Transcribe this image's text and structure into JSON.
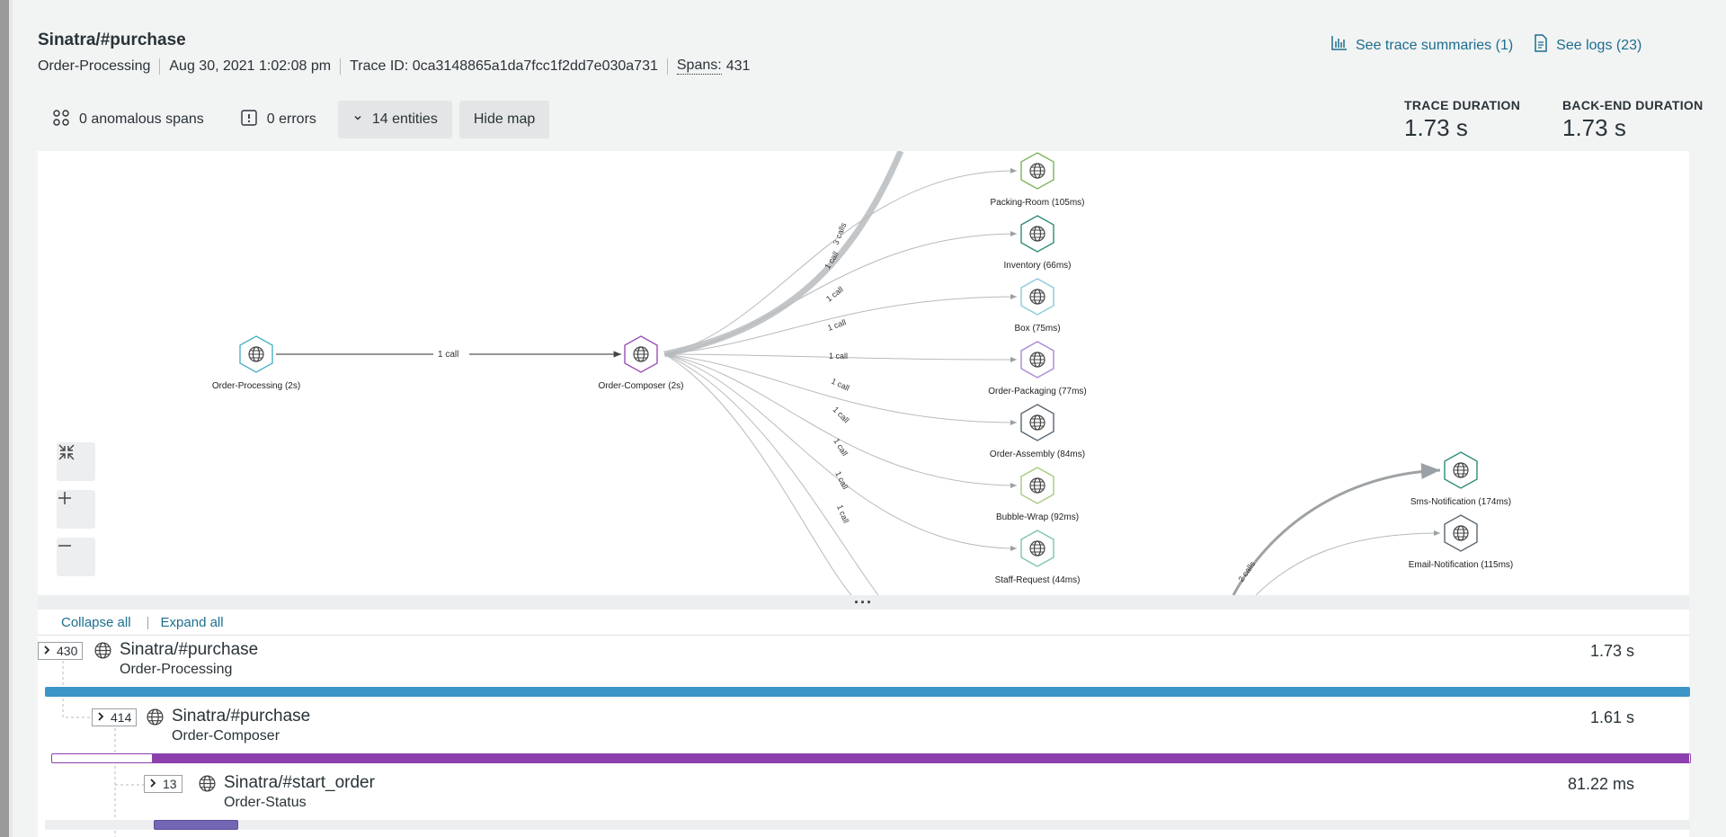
{
  "header": {
    "title": "Sinatra/#purchase",
    "service": "Order-Processing",
    "timestamp": "Aug 30, 2021 1:02:08 pm",
    "trace_id": "Trace ID: 0ca3148865a1da7fcc1f2dd7e030a731",
    "spans_label": "Spans:",
    "spans_value": "431",
    "link_summaries": "See trace summaries (1)",
    "link_logs": "See logs (23)"
  },
  "toolbar": {
    "anomalous": "0 anomalous spans",
    "errors": "0 errors",
    "entities": "14 entities",
    "hide_map": "Hide map"
  },
  "metrics": {
    "trace_duration_label": "TRACE DURATION",
    "trace_duration_value": "1.73 s",
    "backend_duration_label": "BACK-END DURATION",
    "backend_duration_value": "1.73 s"
  },
  "map": {
    "nodes": {
      "order_processing": "Order-Processing (2s)",
      "order_composer": "Order-Composer (2s)",
      "packing_room": "Packing-Room (105ms)",
      "inventory": "Inventory (66ms)",
      "box": "Box (75ms)",
      "order_packaging": "Order-Packaging (77ms)",
      "order_assembly": "Order-Assembly (84ms)",
      "bubble_wrap": "Bubble-Wrap (92ms)",
      "staff_request": "Staff-Request (44ms)",
      "sms_notification": "Sms-Notification (174ms)",
      "email_notification": "Email-Notification (115ms)"
    },
    "edges": {
      "op_to_oc": "1 call",
      "three_calls": "3 calls",
      "e1": "1 call",
      "e2": "1 call",
      "e3": "1 call",
      "e4": "1 call",
      "e5": "1 call",
      "e6": "1 call",
      "e7": "1 call",
      "e8": "1 call",
      "e9": "1 call",
      "two_calls": "2 calls"
    },
    "colors": {
      "op_hex": "#4fb0c6",
      "oc_hex": "#9b4fb8",
      "green_hex": "#7ab55c",
      "teal_hex": "#2e8b78",
      "lightblue_hex": "#8cc9d8",
      "purple_hex": "#a888d0",
      "dark_hex": "#5a6670"
    }
  },
  "trace": {
    "collapse_all": "Collapse all",
    "expand_all": "Expand all",
    "rows": [
      {
        "count": "430",
        "name": "Sinatra/#purchase",
        "service": "Order-Processing",
        "duration": "1.73 s"
      },
      {
        "count": "414",
        "name": "Sinatra/#purchase",
        "service": "Order-Composer",
        "duration": "1.61 s"
      },
      {
        "count": "13",
        "name": "Sinatra/#start_order",
        "service": "Order-Status",
        "duration": "81.22 ms"
      }
    ],
    "colors": {
      "blue": "#3e95c8",
      "purple": "#8d3fae",
      "indigo": "#7466b5"
    }
  }
}
